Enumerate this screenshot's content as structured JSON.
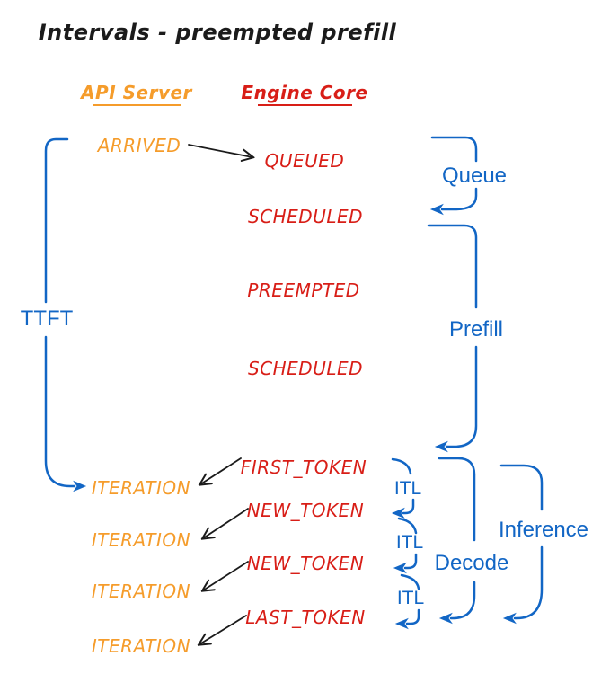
{
  "title": "Intervals - preempted prefill",
  "columns": {
    "api_server": "API Server",
    "engine_core": "Engine Core"
  },
  "api_events": [
    "ARRIVED",
    "ITERATION",
    "ITERATION",
    "ITERATION",
    "ITERATION"
  ],
  "engine_events": [
    "QUEUED",
    "SCHEDULED",
    "PREEMPTED",
    "SCHEDULED",
    "FIRST_TOKEN",
    "NEW_TOKEN",
    "NEW_TOKEN",
    "LAST_TOKEN"
  ],
  "intervals": {
    "ttft": "TTFT",
    "queue": "Queue",
    "prefill": "Prefill",
    "itl": [
      "ITL",
      "ITL",
      "ITL"
    ],
    "decode": "Decode",
    "inference": "Inference"
  },
  "colors": {
    "blue": "#1266C5",
    "red": "#D81E17",
    "orange": "#F59C2B",
    "ink": "#1b1b1b",
    "bg": "#ffffff"
  }
}
